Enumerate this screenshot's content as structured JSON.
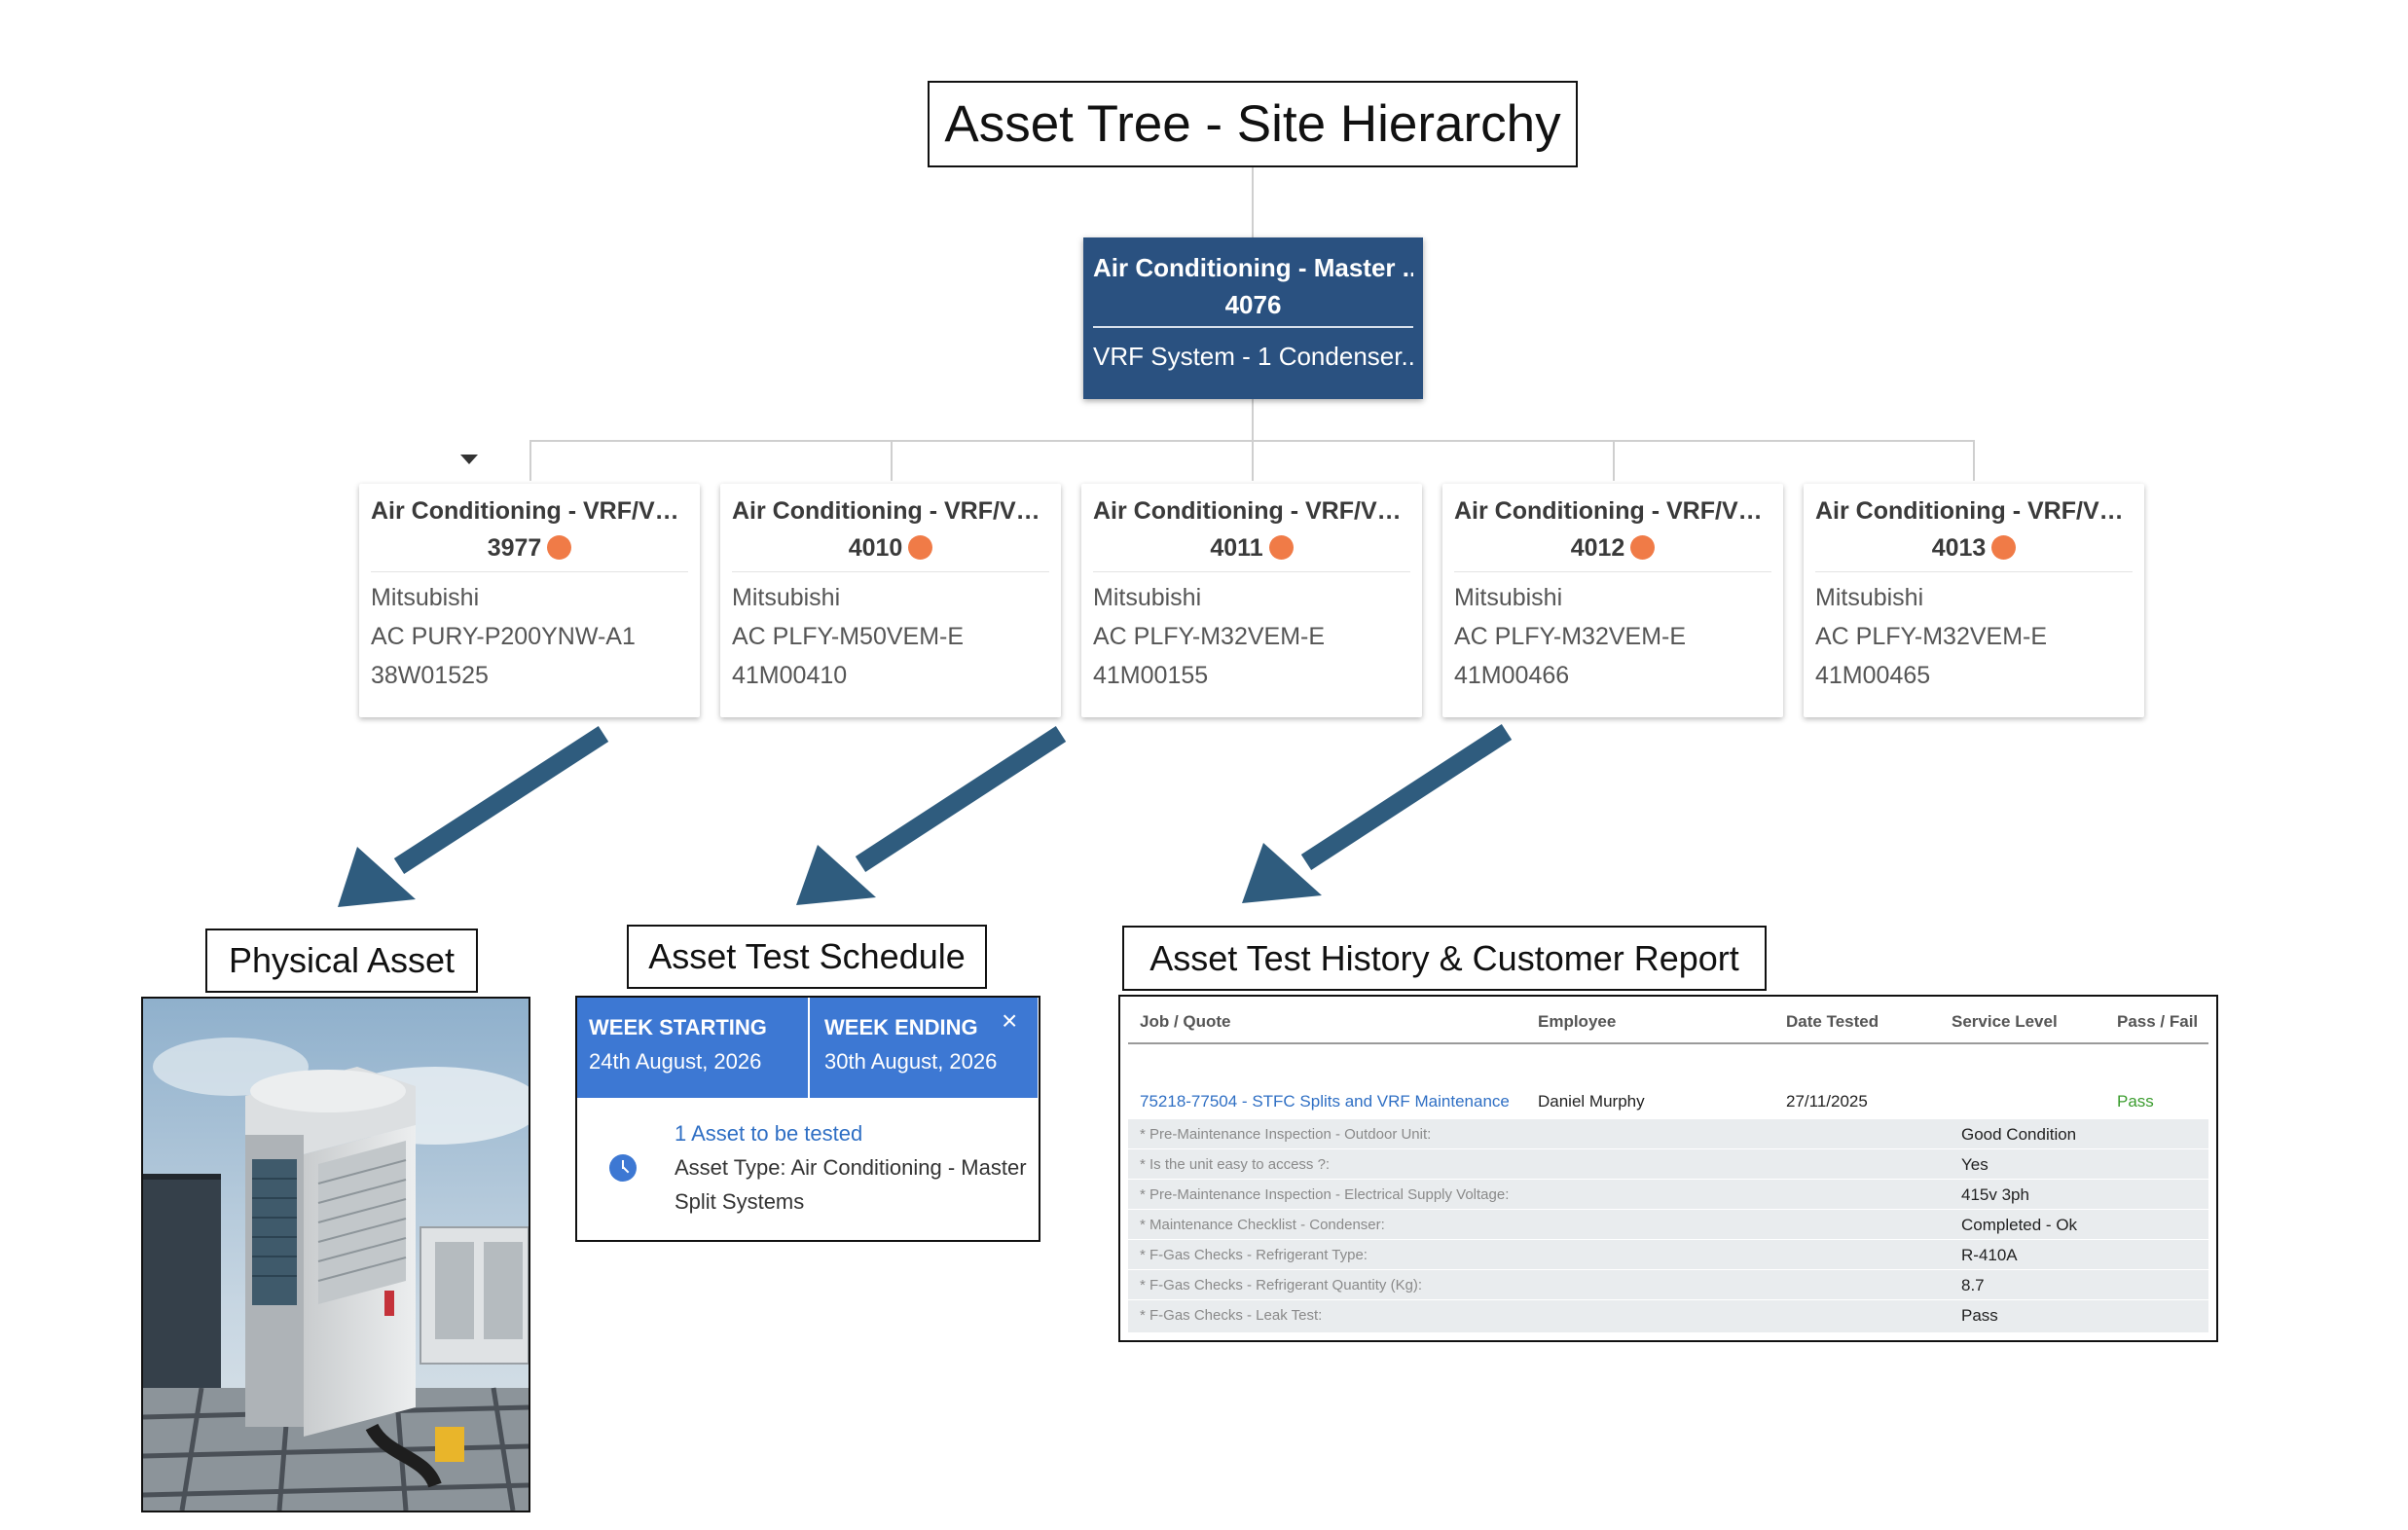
{
  "title": "Asset Tree - Site Hierarchy",
  "master": {
    "name": "Air Conditioning - Master ...",
    "id": "4076",
    "description": "VRF System - 1 Condenser..."
  },
  "children": [
    {
      "name": "Air Conditioning - VRF/VR...",
      "id": "3977",
      "make": "Mitsubishi",
      "model": "AC PURY-P200YNW-A1",
      "serial": "38W01525"
    },
    {
      "name": "Air Conditioning - VRF/VR...",
      "id": "4010",
      "make": "Mitsubishi",
      "model": "AC PLFY-M50VEM-E",
      "serial": "41M00410"
    },
    {
      "name": "Air Conditioning - VRF/VR...",
      "id": "4011",
      "make": "Mitsubishi",
      "model": "AC PLFY-M32VEM-E",
      "serial": "41M00155"
    },
    {
      "name": "Air Conditioning - VRF/VR...",
      "id": "4012",
      "make": "Mitsubishi",
      "model": "AC PLFY-M32VEM-E",
      "serial": "41M00466"
    },
    {
      "name": "Air Conditioning - VRF/VR...",
      "id": "4013",
      "make": "Mitsubishi",
      "model": "AC PLFY-M32VEM-E",
      "serial": "41M00465"
    }
  ],
  "sections": {
    "physical": "Physical Asset",
    "schedule": "Asset Test Schedule",
    "history": "Asset Test History & Customer Report"
  },
  "schedule": {
    "week_start_label": "WEEK STARTING",
    "week_start_date": "24th August, 2026",
    "week_end_label": "WEEK ENDING",
    "week_end_date": "30th August, 2026",
    "close": "×",
    "count_text": "1 Asset to be tested",
    "type_line1": "Asset Type: Air Conditioning - Master",
    "type_line2": "Split Systems"
  },
  "history": {
    "headers": [
      "Job / Quote",
      "Employee",
      "Date Tested",
      "Service Level",
      "Pass / Fail"
    ],
    "row": {
      "job": "75218-77504 - STFC Splits and VRF Maintenance",
      "employee": "Daniel Murphy",
      "date": "27/11/2025",
      "service": "",
      "result": "Pass"
    },
    "details": [
      {
        "label": "* Pre-Maintenance Inspection - Outdoor Unit:",
        "value": "Good Condition"
      },
      {
        "label": "* Is the unit easy to access ?:",
        "value": "Yes"
      },
      {
        "label": "* Pre-Maintenance Inspection - Electrical Supply Voltage:",
        "value": "415v 3ph"
      },
      {
        "label": "* Maintenance Checklist - Condenser:",
        "value": "Completed - Ok"
      },
      {
        "label": "* F-Gas Checks - Refrigerant Type:",
        "value": "R-410A"
      },
      {
        "label": "* F-Gas Checks - Refrigerant Quantity (Kg):",
        "value": "8.7"
      },
      {
        "label": "* F-Gas Checks - Leak Test:",
        "value": "Pass"
      }
    ]
  },
  "colors": {
    "master_bg": "#2a5180",
    "arrow": "#2f5c7e",
    "status_dot": "#f07b47",
    "schedule_header": "#3d78d3",
    "link": "#2f6fc4",
    "pass": "#3b9c2e"
  }
}
